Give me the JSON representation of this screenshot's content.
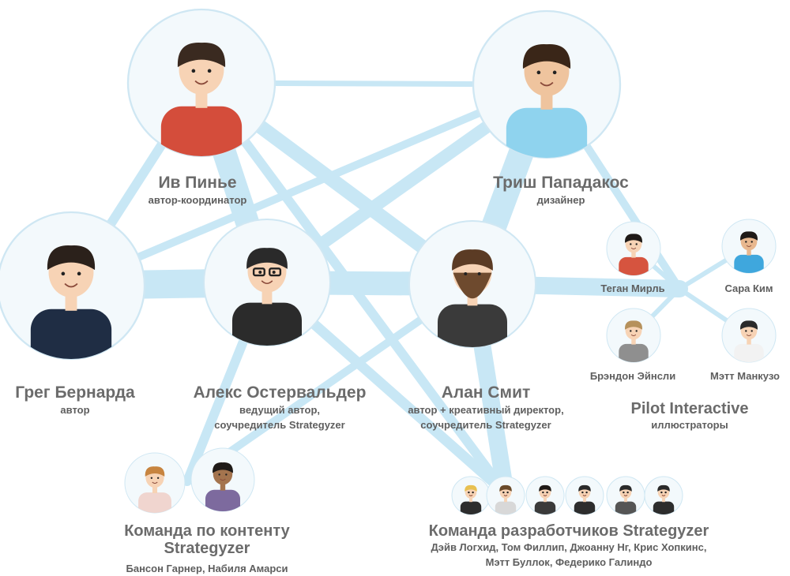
{
  "colors": {
    "link": "#c8e7f5",
    "node_bg": "#f3f9fc",
    "node_border": "#cfe7f3",
    "text": "#6b6b6b"
  },
  "people": {
    "yves": {
      "name": "Ив Пинье",
      "role": "автор-координатор",
      "shirt": "#d44d3b"
    },
    "trish": {
      "name": "Триш Пападакос",
      "role": "дизайнер",
      "shirt": "#8fd3ee"
    },
    "greg": {
      "name": "Грег Бернарда",
      "role": "автор",
      "shirt": "#1f2d44"
    },
    "alex": {
      "name": "Алекс Остервальдер",
      "role_line1": "ведущий автор,",
      "role_line2": "соучредитель Strategyzer",
      "shirt": "#2b2b2b"
    },
    "alan": {
      "name": "Алан Смит",
      "role_line1": "автор + креативный директор,",
      "role_line2": "соучредитель Strategyzer",
      "shirt": "#3a3a3a"
    }
  },
  "pilot": {
    "title": "Pilot Interactive",
    "role": "иллюстраторы",
    "members": {
      "tegan": "Теган Мирль",
      "sara": "Сара Ким",
      "brandon": "Брэндон Эйнсли",
      "matt": "Мэтт Манкузо"
    }
  },
  "content_team": {
    "title_line1": "Команда по контенту",
    "title_line2": "Strategyzer",
    "members": "Бансон Гарнер, Набиля Амарси"
  },
  "dev_team": {
    "title": "Команда разработчиков Strategyzer",
    "members_line1": "Дэйв Логхид, Том Филлип, Джоанну Нг, Крис Хопкинс,",
    "members_line2": "Мэтт Буллок, Федерико Галиндо"
  }
}
